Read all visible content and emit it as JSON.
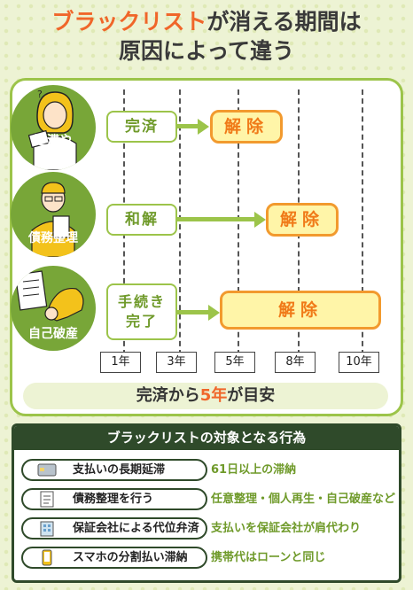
{
  "title": {
    "line1_highlight": "ブラックリスト",
    "line1_rest": "が消える期間は",
    "line2": "原因によって違う"
  },
  "rows": [
    {
      "label_line1": "延滞や",
      "label_line2": "遅延",
      "stage": "完済",
      "release": "解除"
    },
    {
      "label": "債務整理",
      "stage": "和解",
      "release": "解除"
    },
    {
      "label": "自己破産",
      "stage_line1": "手続き",
      "stage_line2": "完了",
      "release": "解除"
    }
  ],
  "year_ticks": [
    "1年",
    "3年",
    "5年",
    "8年",
    "10年"
  ],
  "summary": {
    "prefix": "完済から",
    "highlight": "5年",
    "suffix": "が目安"
  },
  "actions_box": {
    "title": "ブラックリストの対象となる行為",
    "items": [
      {
        "icon": "credit-card-icon",
        "action": "支払いの長期延滞",
        "result": "61日以上の滞納"
      },
      {
        "icon": "document-icon",
        "action": "債務整理を行う",
        "result": "任意整理・個人再生・自己破産など"
      },
      {
        "icon": "building-icon",
        "action": "保証会社による代位弁済",
        "result": "支払いを保証会社が肩代わり"
      },
      {
        "icon": "smartphone-icon",
        "action": "スマホの分割払い滞納",
        "result": "携帯代はローンと同じ"
      }
    ]
  },
  "colors": {
    "accent_orange": "#f0662a",
    "green": "#9cc44a",
    "dark_green": "#2f4a2a",
    "release_fill": "#fff5a8"
  }
}
